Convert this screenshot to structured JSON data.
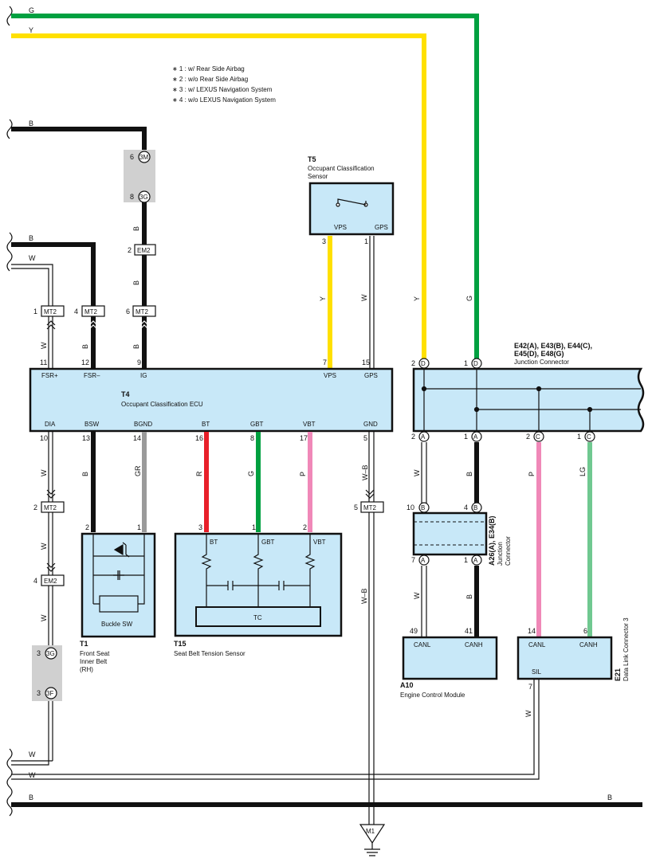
{
  "notes": [
    "∗ 1 : w/ Rear Side Airbag",
    "∗ 2 : w/o Rear Side Airbag",
    "∗ 3 : w/ LEXUS Navigation System",
    "∗ 4 : w/o LEXUS Navigation System"
  ],
  "colors": {
    "G": "#00a040",
    "Y": "#ffe000",
    "B": "#111111",
    "W": "#ffffff",
    "R": "#e8202a",
    "P": "#f088b8",
    "LG": "#70c890",
    "GR": "#9a9a9a",
    "box": "#c8e8f8"
  },
  "wire_labels": {
    "G": "G",
    "Y": "Y",
    "B": "B",
    "W": "W",
    "R": "R",
    "P": "P",
    "LG": "LG",
    "GR": "GR",
    "WB": "W–B"
  },
  "ecu_t4": {
    "code": "T4",
    "name": "Occupant Classification ECU",
    "top_pins": [
      {
        "n": "11",
        "l": "FSR+"
      },
      {
        "n": "12",
        "l": "FSR–"
      },
      {
        "n": "9",
        "l": "IG"
      },
      {
        "n": "7",
        "l": "VPS"
      },
      {
        "n": "15",
        "l": "GPS"
      }
    ],
    "bottom_pins": [
      {
        "n": "10",
        "l": "DIA"
      },
      {
        "n": "13",
        "l": "BSW"
      },
      {
        "n": "14",
        "l": "BGND"
      },
      {
        "n": "16",
        "l": "BT"
      },
      {
        "n": "8",
        "l": "GBT"
      },
      {
        "n": "17",
        "l": "VBT"
      },
      {
        "n": "5",
        "l": "GND"
      }
    ]
  },
  "sensor_t5": {
    "code": "T5",
    "name1": "Occupant Classification",
    "name2": "Sensor",
    "vps": "VPS",
    "gps": "GPS",
    "pin_vps": "3",
    "pin_gps": "1"
  },
  "junction": {
    "line1": "E42(A), E43(B), E44(C),",
    "line2": "E45(D), E48(G)",
    "name": "Junction Connector",
    "top": [
      {
        "n": "2",
        "c": "D"
      },
      {
        "n": "1",
        "c": "D"
      }
    ],
    "bottom": [
      {
        "n": "2",
        "c": "A"
      },
      {
        "n": "1",
        "c": "A"
      },
      {
        "n": "2",
        "c": "C"
      },
      {
        "n": "1",
        "c": "C"
      }
    ]
  },
  "jc2": {
    "code": "A26(A), E34(B)",
    "name1": "Junction",
    "name2": "Connector",
    "top": [
      {
        "n": "10",
        "c": "B"
      },
      {
        "n": "4",
        "c": "B"
      }
    ],
    "bottom": [
      {
        "n": "7",
        "c": "A"
      },
      {
        "n": "1",
        "c": "A"
      }
    ]
  },
  "t1": {
    "code": "T1",
    "name1": "Front Seat",
    "name2": "Inner Belt",
    "name3": "(RH)",
    "sw": "Buckle SW",
    "pin_a": "2",
    "pin_b": "1"
  },
  "t15": {
    "code": "T15",
    "name": "Seat Belt Tension Sensor",
    "bt": "BT",
    "gbt": "GBT",
    "vbt": "VBT",
    "tc": "TC",
    "pin_a": "3",
    "pin_b": "1",
    "pin_c": "2"
  },
  "a10": {
    "code": "A10",
    "name": "Engine Control Module",
    "canl": "CANL",
    "canh": "CANH",
    "pin_l": "49",
    "pin_h": "41"
  },
  "e21": {
    "code": "E21",
    "name": "Data Link Connector 3",
    "canl": "CANL",
    "canh": "CANH",
    "sil": "SIL",
    "pin_l": "14",
    "pin_h": "6",
    "pin_sil": "7"
  },
  "connectors": {
    "c3m": {
      "pin": "6",
      "id": "3M"
    },
    "c3g_top": {
      "pin": "8",
      "id": "3G"
    },
    "em2_top": {
      "pin": "2",
      "id": "EM2"
    },
    "mt2_a": {
      "pin": "1",
      "id": "MT2"
    },
    "mt2_b": {
      "pin": "4",
      "id": "MT2"
    },
    "mt2_c": {
      "pin": "6",
      "id": "MT2"
    },
    "mt2_d": {
      "pin": "2",
      "id": "MT2"
    },
    "em2_b": {
      "pin": "4",
      "id": "EM2"
    },
    "c3g_b": {
      "pin": "3",
      "id": "3G"
    },
    "c3f": {
      "pin": "3",
      "id": "3F"
    },
    "mt2_gnd": {
      "pin": "5",
      "id": "MT2"
    }
  },
  "ground": {
    "id": "M1"
  }
}
